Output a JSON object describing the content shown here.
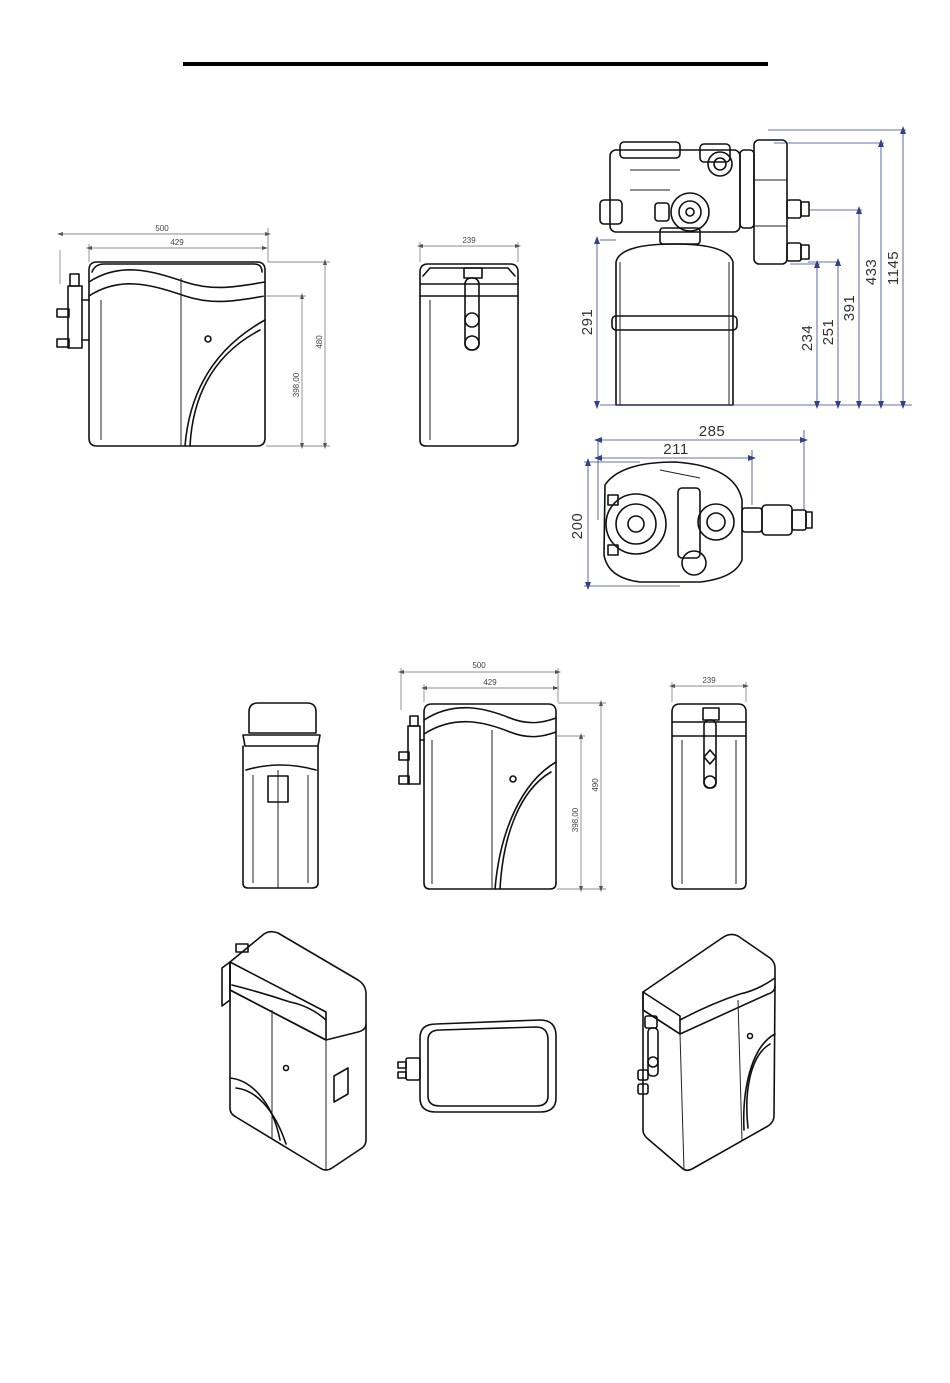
{
  "set1": {
    "width_overall": "500",
    "width_body": "429",
    "height_overall": "480",
    "height_body": "398,00",
    "depth": "239"
  },
  "valve": {
    "h1": "1145",
    "h2": "433",
    "h3": "391",
    "h4": "251",
    "h5": "234",
    "h_left": "291",
    "top_w1": "285",
    "top_w2": "211",
    "top_depth": "200"
  },
  "set2": {
    "width_overall": "500",
    "width_body": "429",
    "height_overall": "490",
    "height_body": "398,00",
    "depth": "239"
  }
}
